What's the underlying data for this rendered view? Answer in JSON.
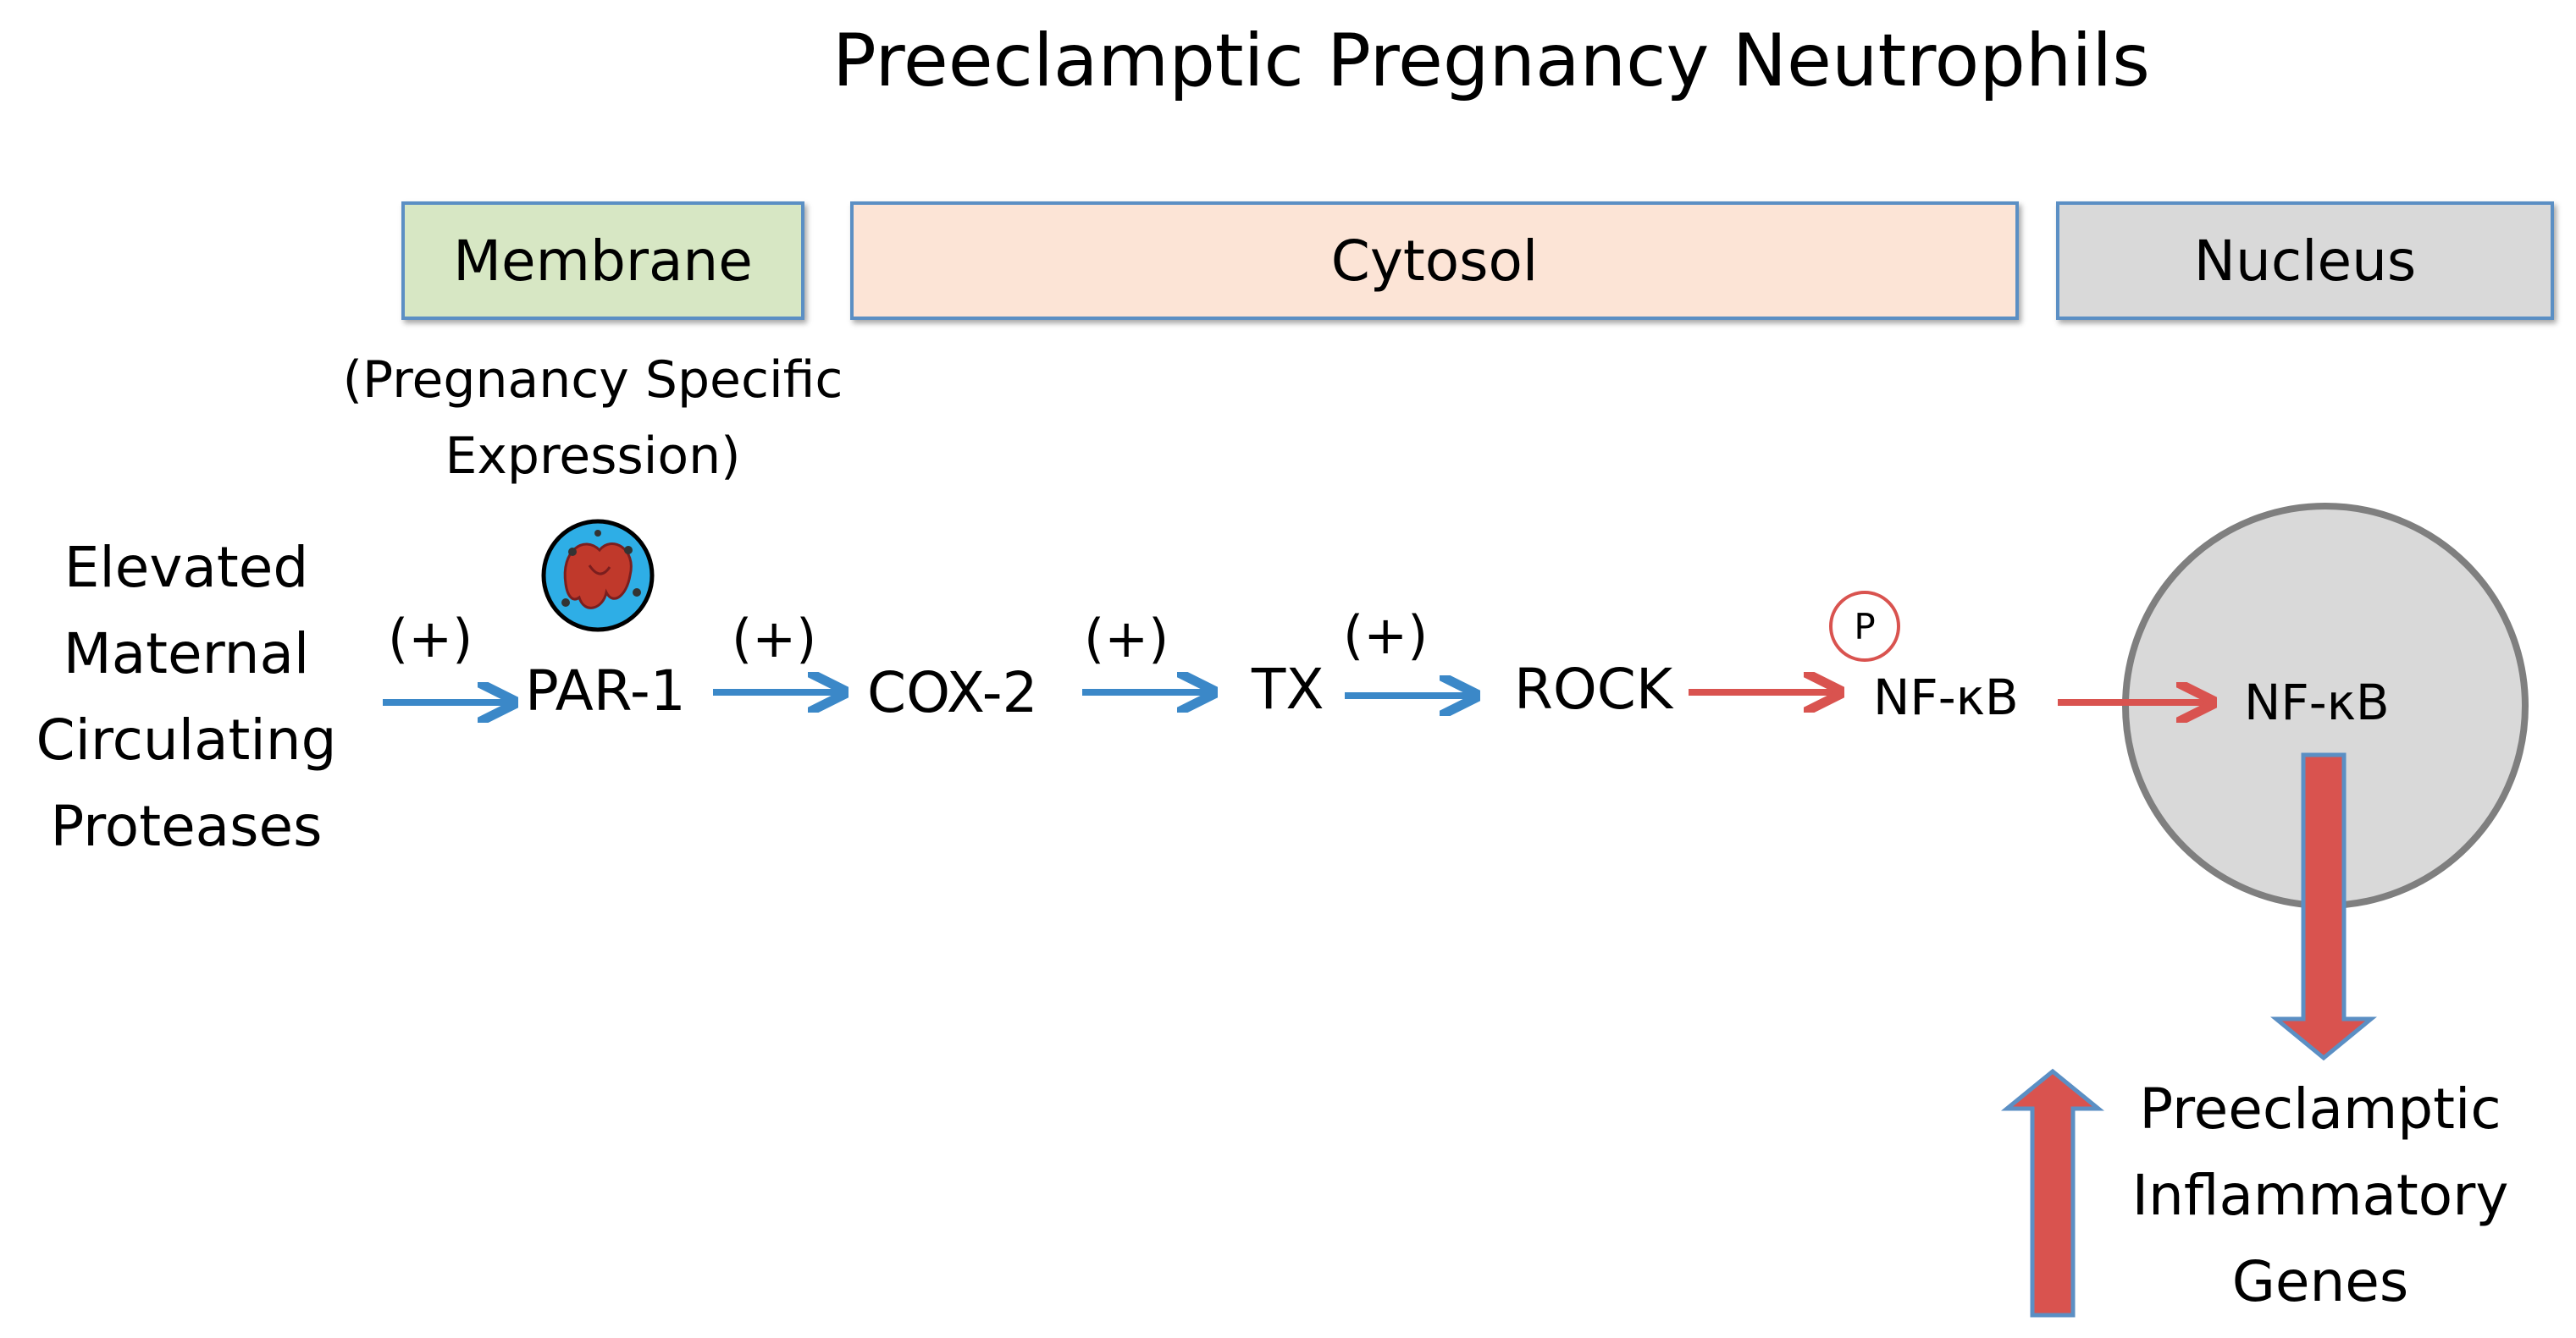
{
  "title": "Preeclamptic Pregnancy Neutrophils",
  "regions": {
    "membrane": "Membrane",
    "cytosol": "Cytosol",
    "nucleus": "Nucleus"
  },
  "membrane_note": [
    "(Pregnancy Specific",
    "Expression)"
  ],
  "source": [
    "Elevated",
    "Maternal",
    "Circulating",
    "Proteases"
  ],
  "nodes": {
    "par1": "PAR-1",
    "cox2": "COX-2",
    "tx": "TX",
    "rock": "ROCK",
    "nfkb_cytosol": "NF-κB",
    "nfkb_nucleus": "NF-κB"
  },
  "activation_label": "(+)",
  "phosphate_label": "P",
  "output": [
    "Preeclamptic",
    "Inflammatory",
    "Genes"
  ],
  "colors": {
    "blue_arrow": "#3b88c8",
    "red_arrow": "#d9534f",
    "membrane_fill": "#d7e7c4",
    "cytosol_fill": "#fce4d6",
    "nucleus_fill": "#d9d9d9",
    "neutrophil_fill": "#2eaee6"
  },
  "icons": {
    "cell": "neutrophil-icon",
    "up_arrow": "increase-arrow-icon"
  }
}
